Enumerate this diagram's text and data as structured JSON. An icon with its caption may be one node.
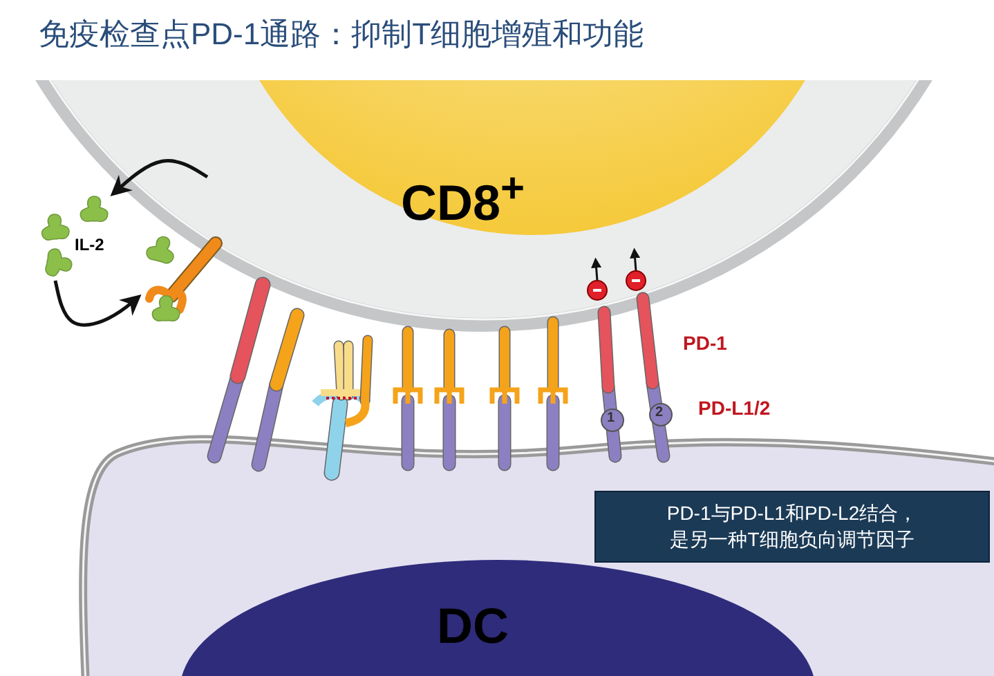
{
  "diagram": {
    "title": "免疫检查点PD-1通路：抑制T细胞增殖和功能",
    "nodes": [
      {
        "text": [
          "CD8$^{+}$"
        ]
      },
      {
        "text": [
          "DC"
        ]
      },
      {
        "text": [
          "PD-1与PD-L1和PD-L2结合，是另一种T细胞负向调节因子"
        ],
        "in": 1
      },
      {
        "text": [
          "IL-2"
        ]
      },
      {
        "text": [],
        "shape": "picture"
      }
    ],
    "edges": [
      {
        "from": 0,
        "to": 3,
        "arrow": "to"
      },
      {
        "from": 3,
        "to": 4,
        "arrow": "to"
      }
    ],
    "labels": [
      "PD-1",
      "PD-L1/2",
      "1",
      "2"
    ]
  }
}
